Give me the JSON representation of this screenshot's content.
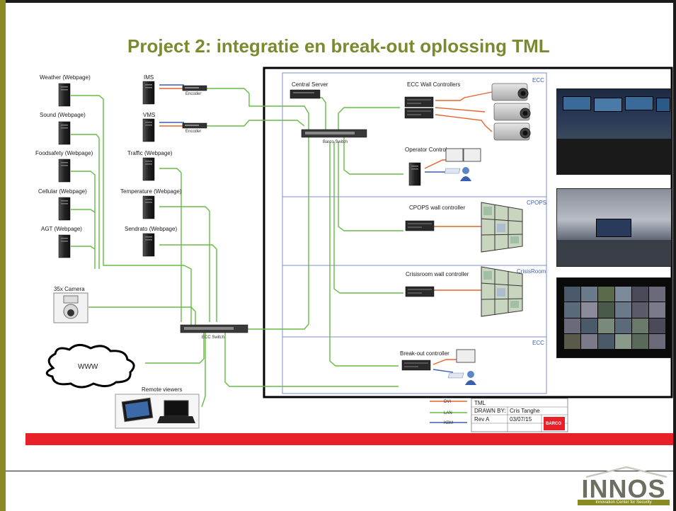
{
  "slide": {
    "title": "Project 2: integratie en break-out oplossing TML"
  },
  "sources": {
    "left_column": [
      "Weather (Webpage)",
      "Sound (Webpage)",
      "Foodsafety (Webpage)",
      "Cellular (Webpage)",
      "AGT (Webpage)"
    ],
    "middle_column": [
      "IMS",
      "VMS",
      "Traffic (Webpage)",
      "Temperature (Webpage)",
      "Sendrato (Webpage)"
    ],
    "camera": "35x Camera",
    "cloud": "WWW",
    "remote_viewers": "Remote viewers",
    "encoder": "Encoder"
  },
  "switches": {
    "ecc_switch": "ECC Switch",
    "barco_switch": "Barco Switch"
  },
  "rack": {
    "central_server": "Central Server",
    "ecc_wall_controllers": "ECC Wall Controllers",
    "operator_control": "Operator Control",
    "cpops_wall_controller": "CPOPS wall controller",
    "crisisroom_wall_controller": "Crisisroom wall controller",
    "breakout_controller": "Break-out controller"
  },
  "zones": {
    "ecc_top": "ECC",
    "cpops": "CPOPS",
    "crisisroom": "CrisisRoom",
    "ecc_bottom": "ECC"
  },
  "legend": {
    "dvi": "DVI",
    "lan": "LAN",
    "kbm": "KBM"
  },
  "title_block": {
    "name": "TML",
    "drawn_by_label": "DRAWN BY:",
    "drawn_by": "Cris Tanghe",
    "rev": "Rev A",
    "date": "03/07/15",
    "brand": "BARCO"
  },
  "logo": {
    "name": "INNOS",
    "tagline": "Innovation Center for Security"
  },
  "colors": {
    "title": "#7a8a2e",
    "lan": "#66bb44",
    "dvi": "#e8632a",
    "kbm": "#3a5fb0",
    "accent_bar": "#e8202a",
    "frame": "#8a8a24"
  }
}
